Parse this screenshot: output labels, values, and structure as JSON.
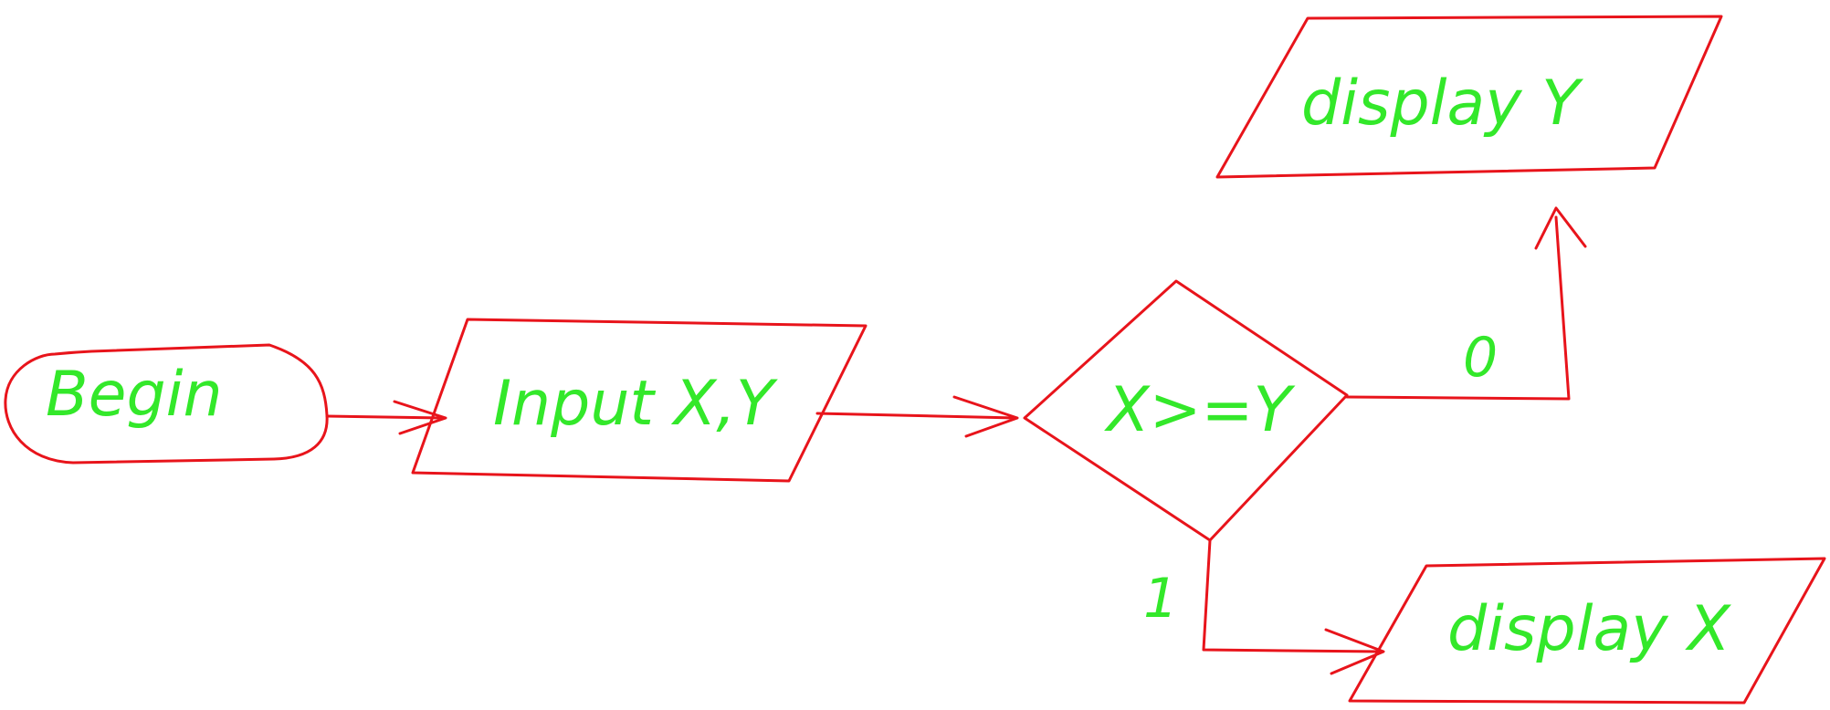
{
  "colors": {
    "stroke": "#e8141b",
    "text": "#33e82a",
    "background": "#ffffff"
  },
  "nodes": {
    "begin": {
      "shape": "terminator",
      "label": "Begin"
    },
    "input": {
      "shape": "parallelogram",
      "label": "Input X,Y"
    },
    "decision": {
      "shape": "diamond",
      "label": "X>=Y"
    },
    "display_y": {
      "shape": "parallelogram",
      "label": "display Y"
    },
    "display_x": {
      "shape": "parallelogram",
      "label": "display X"
    }
  },
  "edges": {
    "begin_to_input": {
      "from": "begin",
      "to": "input",
      "label": ""
    },
    "input_to_decision": {
      "from": "input",
      "to": "decision",
      "label": ""
    },
    "decision_false": {
      "from": "decision",
      "to": "display_y",
      "label": "0"
    },
    "decision_true": {
      "from": "decision",
      "to": "display_x",
      "label": "1"
    }
  }
}
